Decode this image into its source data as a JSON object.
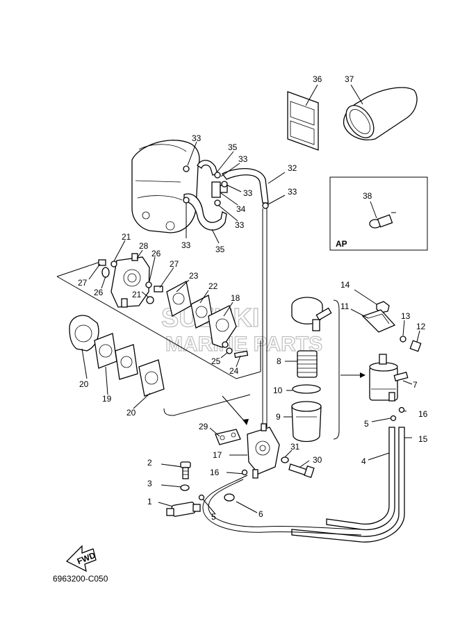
{
  "diagram": {
    "code": "6963200-C050",
    "inset_label": "AP",
    "fwd_label": "FWD",
    "watermark_line1": "SUZUKI",
    "watermark_line2": "MARINE PARTS",
    "callouts": {
      "c36": "36",
      "c37": "37",
      "c33a": "33",
      "c35a": "35",
      "c33b": "33",
      "c32": "32",
      "c33c": "33",
      "c33d": "33",
      "c34": "34",
      "c33e": "33",
      "c33f": "33",
      "c35b": "35",
      "c38": "38",
      "c21a": "21",
      "c28": "28",
      "c26a": "26",
      "c27a": "27",
      "c26b": "26",
      "c27b": "27",
      "c23": "23",
      "c22": "22",
      "c21b": "21",
      "c18": "18",
      "c14": "14",
      "c11": "11",
      "c13": "13",
      "c12": "12",
      "c8": "8",
      "c25": "25",
      "c24": "24",
      "c20a": "20",
      "c19": "19",
      "c20b": "20",
      "c10": "10",
      "c7": "7",
      "c9": "9",
      "c16a": "16",
      "c5a": "5",
      "c15": "15",
      "c29": "29",
      "c17": "17",
      "c31": "31",
      "c30": "30",
      "c4": "4",
      "c2": "2",
      "c16b": "16",
      "c3": "3",
      "c1": "1",
      "c5b": "5",
      "c6": "6"
    }
  }
}
